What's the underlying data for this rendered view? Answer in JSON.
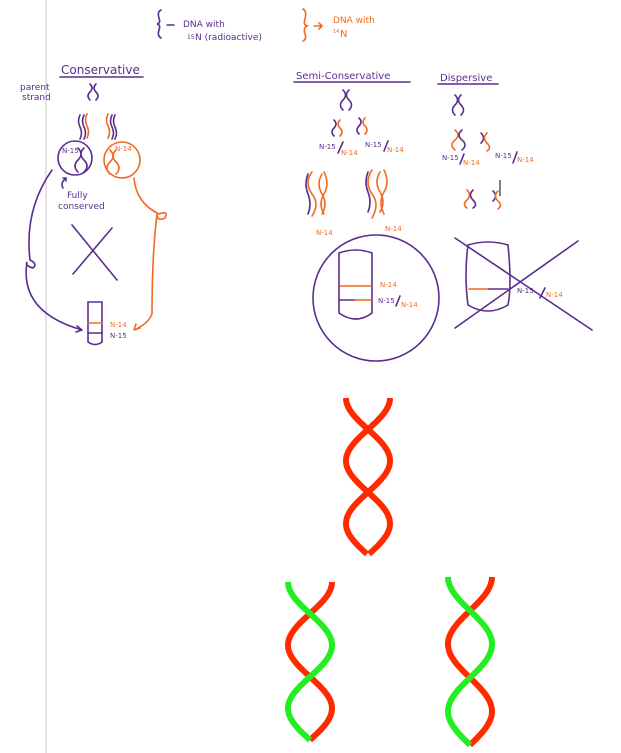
{
  "legend": {
    "n15_line1": "DNA with",
    "n15_line2_sup": "15",
    "n15_line2": "N (radioactive)",
    "n14_line1": "DNA with",
    "n14_line2_sup": "14",
    "n14_line2": "N"
  },
  "conservative": {
    "title": "Conservative",
    "parent_label_1": "parent",
    "parent_label_2": "strand",
    "circle_left_label": "N-15",
    "circle_right_label": "N-14",
    "note_1": "Fully",
    "note_2": "conserved",
    "tube_band_1": "N-14",
    "tube_band_2": "N-15"
  },
  "semi_conservative": {
    "title": "Semi-Conservative",
    "gen1_label_a": "N-15",
    "gen1_label_b": "N-14",
    "gen2_label": "N-14",
    "tube_band_1": "N-14",
    "tube_band_2a": "N-15",
    "tube_band_2b": "N-14"
  },
  "dispersive": {
    "title": "Dispersive",
    "gen1_label_a": "N-15",
    "gen1_label_b": "N-14",
    "tube_band_a": "N-15",
    "tube_band_b": "N-14"
  },
  "colors": {
    "n15": "#5b2d8e",
    "n14": "#f26a21",
    "helix_red": "#ff2a00",
    "helix_green": "#22ee22",
    "margin_line": "#c8c8c8"
  }
}
